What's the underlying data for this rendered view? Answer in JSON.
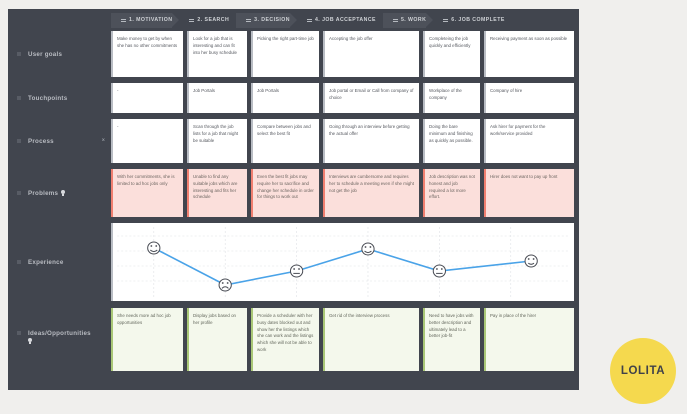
{
  "board": {
    "phases": [
      {
        "label": "1. MOTIVATION",
        "icon": "drag-handle-icon"
      },
      {
        "label": "2. SEARCH",
        "icon": "drag-handle-icon"
      },
      {
        "label": "3. DECISION",
        "icon": "drag-handle-icon"
      },
      {
        "label": "4. JOB ACCEPTANCE",
        "icon": "drag-handle-icon"
      },
      {
        "label": "5. WORK",
        "icon": "drag-handle-icon"
      },
      {
        "label": "6. JOB COMPLETE",
        "icon": "drag-handle-icon"
      }
    ],
    "rows": [
      {
        "label": "User goals"
      },
      {
        "label": "Touchpoints"
      },
      {
        "label": "Process",
        "close_label": "×"
      },
      {
        "label": "Problems",
        "icon": "lightbulb-icon"
      },
      {
        "label": "Experience"
      },
      {
        "label": "Ideas/Opportunities",
        "icon": "lightbulb-icon"
      }
    ],
    "user_goals": [
      "Make money to get by when she has no other commitments",
      "Look for a job that is interesting and can fit into her busy schedule",
      "Picking the right part-time job",
      "Accepting the job offer",
      "Completeing the job quickly and efficiently",
      "Receiving payment as soon as possible"
    ],
    "touchpoints": [
      "-",
      "Job Portals",
      "Job Portals",
      "Job portal or Email or Call from company of choice",
      "Workplace of the company",
      "Company of hire"
    ],
    "process": [
      "-",
      "Scan through the job lists for a job that might be suitable",
      "Compare between jobs and select the best fit",
      "Going through an interview before getting the actual offer",
      "Doing the bare minimum and finishing as quickly as possible.",
      "Ask hirer for payment for the work/service provided"
    ],
    "problems": [
      "With her commitments, she is limited to ad hoc jobs only",
      "Unable to find any suitable jobs which are interesting and fits her schedule",
      "Even the best fit jobs may require her to sacrifice and change her schedule in order for things to work out",
      "Interviews are cumbersome and requires her to schedule a meeting even if she might not get the job",
      "Job description was not honest and job required a lot more effort.",
      "Hirer does not want to pay up front"
    ],
    "ideas": [
      "She needs more ad hoc job opportunities",
      "Display jobs based on her profile",
      "Provide a scheduler with her busy dates blocked out and show her the listings which she can work and the listings which she will not be able to work",
      "Get rid of the interview process",
      "Need to have jobs with better description and ultimately lead to a better job-fit",
      "Pay in place of the hirer"
    ]
  },
  "chart_data": {
    "type": "line",
    "title": "Experience",
    "categories": [
      "1. MOTIVATION",
      "2. SEARCH",
      "3. DECISION",
      "4. JOB ACCEPTANCE",
      "5. WORK",
      "6. JOB COMPLETE"
    ],
    "values": [
      4,
      1,
      2,
      4,
      2,
      3
    ],
    "point_labels": [
      "happy",
      "sad",
      "neutral",
      "happy",
      "neutral",
      "slight-smile"
    ],
    "ylim": [
      0,
      5
    ],
    "xlabel": "",
    "ylabel": "",
    "grid": true,
    "legend": "none",
    "line_color": "#4aa3e8",
    "marker_color": "#ffffff",
    "marker_stroke": "#4a4d55"
  },
  "badge": {
    "label": "LOLITA",
    "color": "#f5d94e"
  }
}
